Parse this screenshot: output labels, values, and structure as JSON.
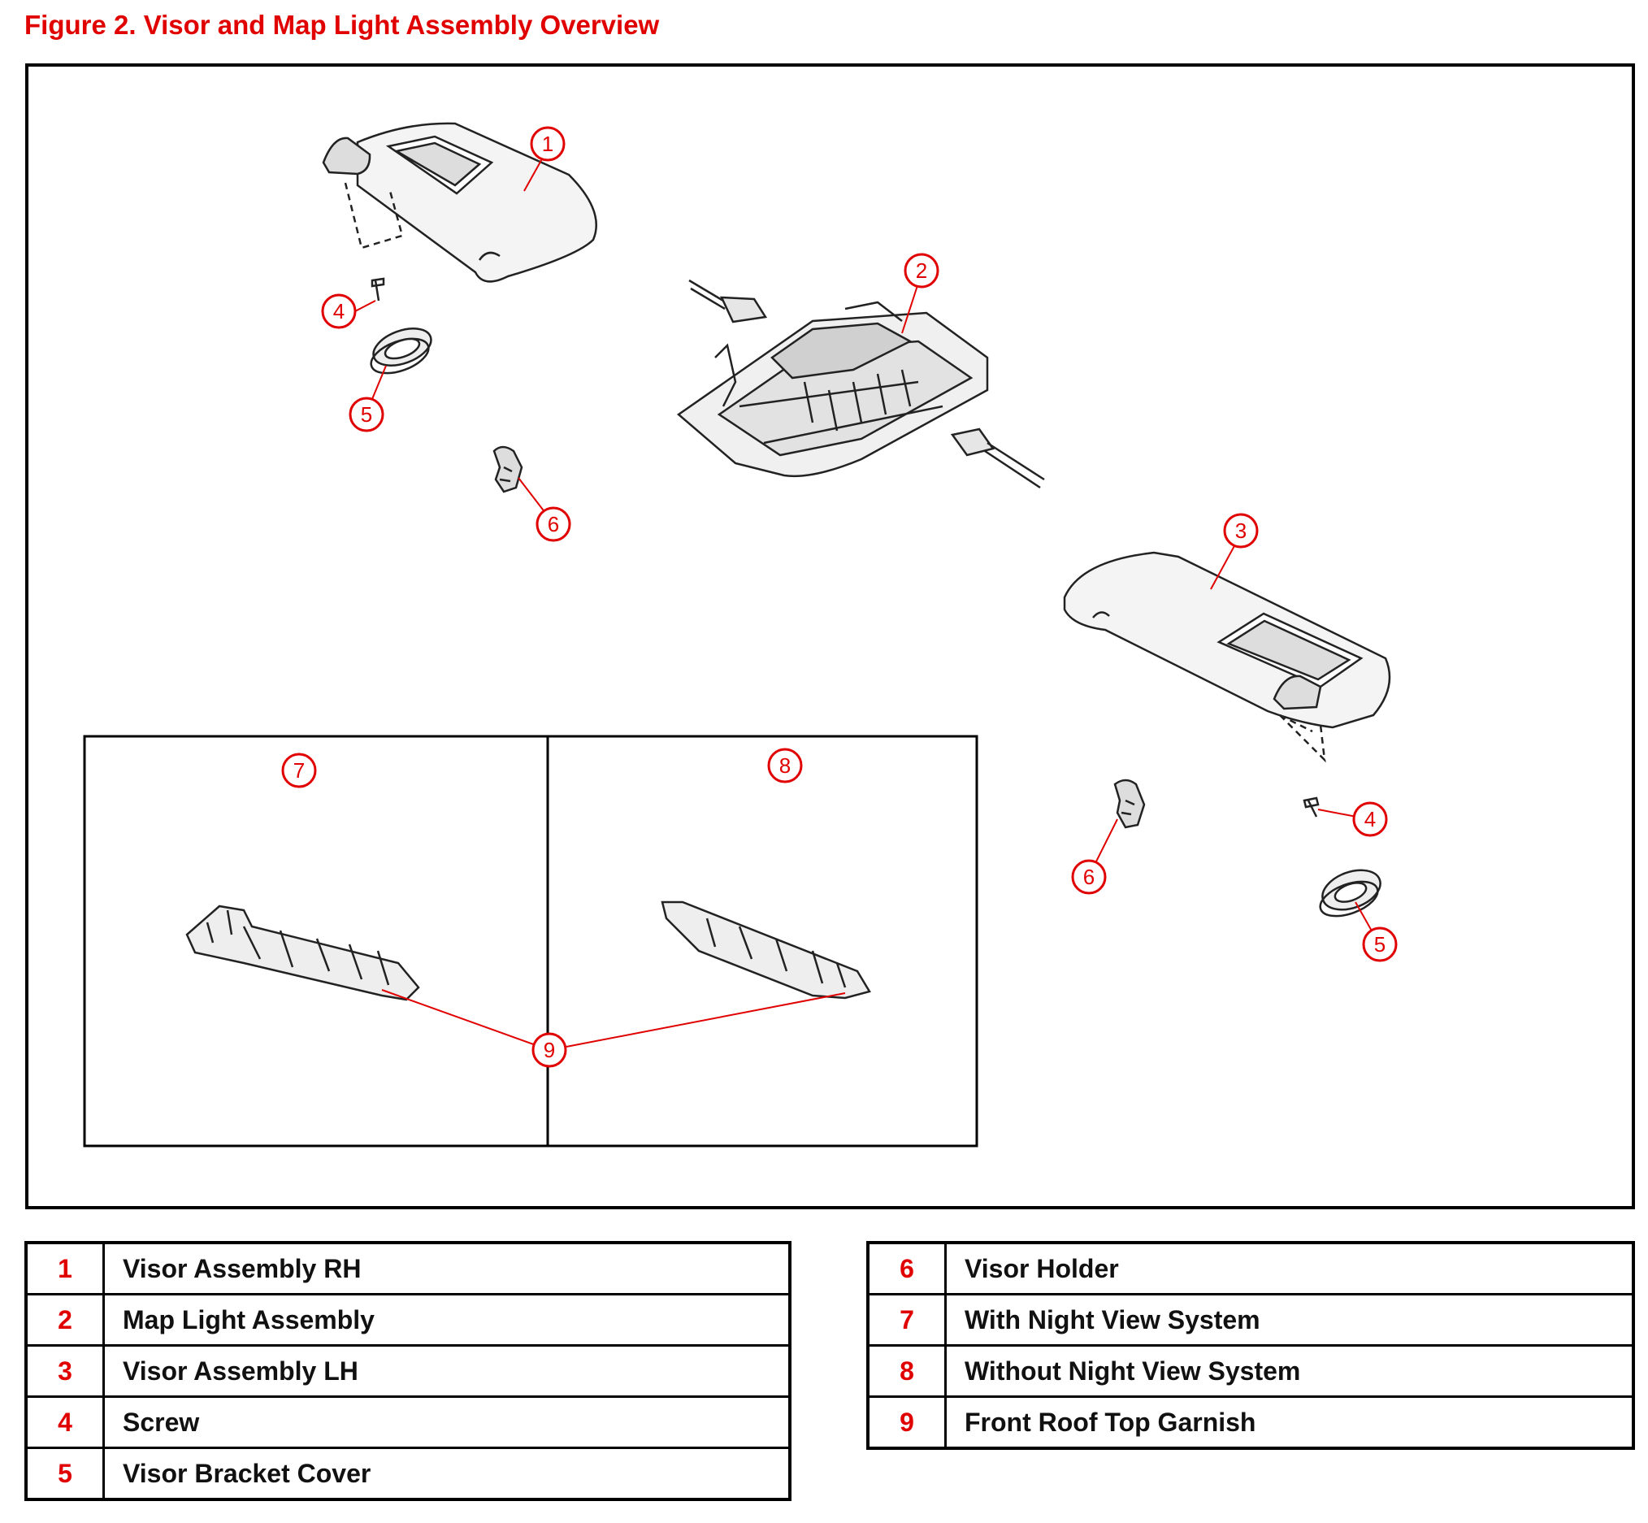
{
  "title": "Figure 2.  Visor and Map Light Assembly Overview",
  "colors": {
    "callout": "#e00000",
    "line": "#000000"
  },
  "callouts": {
    "c1": "1",
    "c2": "2",
    "c3": "3",
    "c4a": "4",
    "c4b": "4",
    "c5a": "5",
    "c5b": "5",
    "c6a": "6",
    "c6b": "6",
    "c7": "7",
    "c8": "8",
    "c9": "9"
  },
  "legend_left": [
    {
      "num": "1",
      "label": "Visor Assembly RH"
    },
    {
      "num": "2",
      "label": "Map Light Assembly"
    },
    {
      "num": "3",
      "label": "Visor Assembly LH"
    },
    {
      "num": "4",
      "label": "Screw"
    },
    {
      "num": "5",
      "label": "Visor Bracket Cover"
    }
  ],
  "legend_right": [
    {
      "num": "6",
      "label": "Visor Holder"
    },
    {
      "num": "7",
      "label": "With Night View System"
    },
    {
      "num": "8",
      "label": "Without Night View System"
    },
    {
      "num": "9",
      "label": "Front Roof Top Garnish"
    }
  ]
}
